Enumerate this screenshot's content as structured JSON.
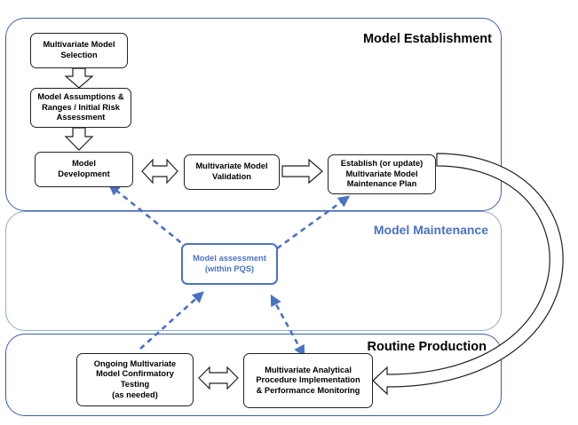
{
  "sections": {
    "establishment": "Model Establishment",
    "maintenance": "Model Maintenance",
    "routine": "Routine Production"
  },
  "boxes": {
    "selection": "Multivariate Model\nSelection",
    "assumptions": "Model Assumptions &\nRanges / Initial Risk\nAssessment",
    "development": "Model\nDevelopment",
    "validation": "Multivariate Model\nValidation",
    "maintenance_plan": "Establish (or update)\nMultivariate Model\nMaintenance Plan",
    "assessment": "Model assessment\n(within PQS)",
    "confirmatory": "Ongoing Multivariate\nModel Confirmatory\nTesting\n(as needed)",
    "implementation": "Multivariate Analytical\nProcedure Implementation\n& Performance Monitoring"
  },
  "colors": {
    "accent_blue": "#4a72c4",
    "border_dark_blue": "#3b5fa8",
    "box_border": "#222222"
  }
}
